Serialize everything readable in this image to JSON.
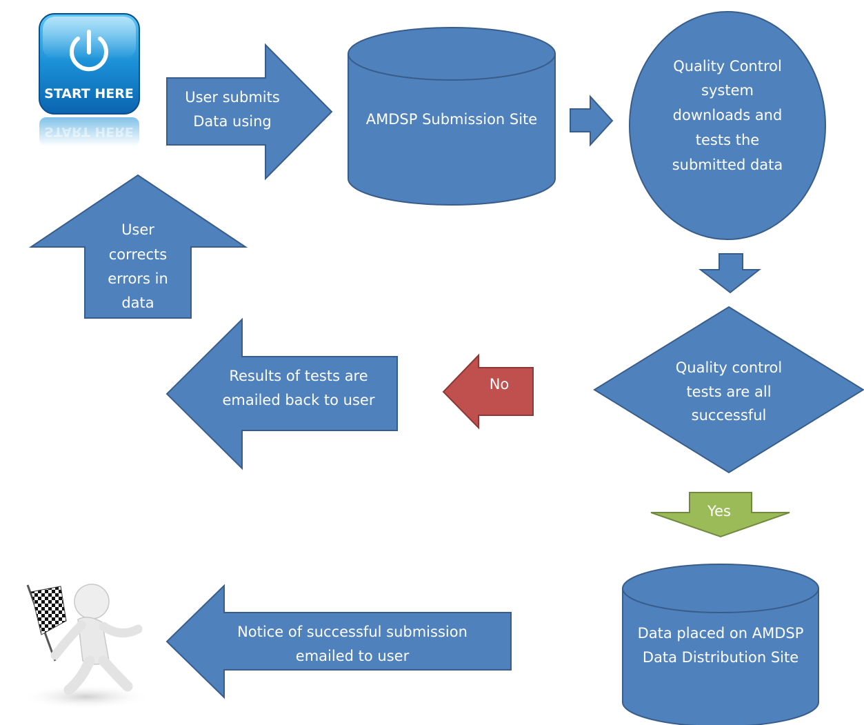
{
  "colors": {
    "shape_fill": "#4f81bd",
    "shape_stroke": "#385d8a",
    "no_fill": "#c0504d",
    "no_stroke": "#8c3836",
    "yes_fill": "#9bbb59",
    "yes_stroke": "#71893f",
    "start_button": "#1a8fd6",
    "text": "#ffffff"
  },
  "start_button": {
    "label": "START HERE",
    "reflection": "START HERE",
    "icon": "power-icon"
  },
  "nodes": {
    "user_submits": [
      "User submits",
      "Data using"
    ],
    "submission_site": [
      "AMDSP Submission Site"
    ],
    "qc_system": [
      "Quality Control",
      "system",
      "downloads and",
      "tests the",
      "submitted data"
    ],
    "qc_decision": [
      "Quality control",
      "tests are all",
      "successful"
    ],
    "no_label": "No",
    "yes_label": "Yes",
    "results_emailed": [
      "Results of tests are",
      "emailed back to user"
    ],
    "user_corrects": [
      "User",
      "corrects",
      "errors in",
      "data"
    ],
    "distribution_site": [
      "Data placed on AMDSP",
      "Data Distribution Site"
    ],
    "notice_emailed": [
      "Notice of successful submission",
      "emailed to user"
    ]
  },
  "finish_figure": {
    "icon": "checkered-flag-figure-icon"
  }
}
